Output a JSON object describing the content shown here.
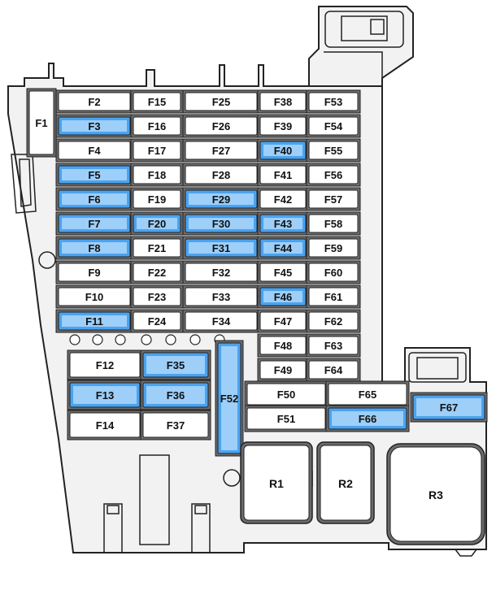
{
  "colors": {
    "highlight": "#4aa3f0",
    "highlight_light": "#d6ecff",
    "normal": "#ffffff",
    "frame": "#f2f2f2",
    "outline": "#222222",
    "cavity": "#6b6b6b"
  },
  "fuses": {
    "F1": {
      "label": "F1",
      "highlighted": false
    },
    "F2": {
      "label": "F2",
      "highlighted": false
    },
    "F3": {
      "label": "F3",
      "highlighted": true
    },
    "F4": {
      "label": "F4",
      "highlighted": false
    },
    "F5": {
      "label": "F5",
      "highlighted": true
    },
    "F6": {
      "label": "F6",
      "highlighted": true
    },
    "F7": {
      "label": "F7",
      "highlighted": true
    },
    "F8": {
      "label": "F8",
      "highlighted": true
    },
    "F9": {
      "label": "F9",
      "highlighted": false
    },
    "F10": {
      "label": "F10",
      "highlighted": false
    },
    "F11": {
      "label": "F11",
      "highlighted": true
    },
    "F12": {
      "label": "F12",
      "highlighted": false
    },
    "F13": {
      "label": "F13",
      "highlighted": true
    },
    "F14": {
      "label": "F14",
      "highlighted": false
    },
    "F15": {
      "label": "F15",
      "highlighted": false
    },
    "F16": {
      "label": "F16",
      "highlighted": false
    },
    "F17": {
      "label": "F17",
      "highlighted": false
    },
    "F18": {
      "label": "F18",
      "highlighted": false
    },
    "F19": {
      "label": "F19",
      "highlighted": false
    },
    "F20": {
      "label": "F20",
      "highlighted": true
    },
    "F21": {
      "label": "F21",
      "highlighted": false
    },
    "F22": {
      "label": "F22",
      "highlighted": false
    },
    "F23": {
      "label": "F23",
      "highlighted": false
    },
    "F24": {
      "label": "F24",
      "highlighted": false
    },
    "F25": {
      "label": "F25",
      "highlighted": false
    },
    "F26": {
      "label": "F26",
      "highlighted": false
    },
    "F27": {
      "label": "F27",
      "highlighted": false
    },
    "F28": {
      "label": "F28",
      "highlighted": false
    },
    "F29": {
      "label": "F29",
      "highlighted": true
    },
    "F30": {
      "label": "F30",
      "highlighted": true
    },
    "F31": {
      "label": "F31",
      "highlighted": true
    },
    "F32": {
      "label": "F32",
      "highlighted": false
    },
    "F33": {
      "label": "F33",
      "highlighted": false
    },
    "F34": {
      "label": "F34",
      "highlighted": false
    },
    "F35": {
      "label": "F35",
      "highlighted": true
    },
    "F36": {
      "label": "F36",
      "highlighted": true
    },
    "F37": {
      "label": "F37",
      "highlighted": false
    },
    "F38": {
      "label": "F38",
      "highlighted": false
    },
    "F39": {
      "label": "F39",
      "highlighted": false
    },
    "F40": {
      "label": "F40",
      "highlighted": true
    },
    "F41": {
      "label": "F41",
      "highlighted": false
    },
    "F42": {
      "label": "F42",
      "highlighted": false
    },
    "F43": {
      "label": "F43",
      "highlighted": true
    },
    "F44": {
      "label": "F44",
      "highlighted": true
    },
    "F45": {
      "label": "F45",
      "highlighted": false
    },
    "F46": {
      "label": "F46",
      "highlighted": true
    },
    "F47": {
      "label": "F47",
      "highlighted": false
    },
    "F48": {
      "label": "F48",
      "highlighted": false
    },
    "F49": {
      "label": "F49",
      "highlighted": false
    },
    "F50": {
      "label": "F50",
      "highlighted": false
    },
    "F51": {
      "label": "F51",
      "highlighted": false
    },
    "F52": {
      "label": "F52",
      "highlighted": true
    },
    "F53": {
      "label": "F53",
      "highlighted": false
    },
    "F54": {
      "label": "F54",
      "highlighted": false
    },
    "F55": {
      "label": "F55",
      "highlighted": false
    },
    "F56": {
      "label": "F56",
      "highlighted": false
    },
    "F57": {
      "label": "F57",
      "highlighted": false
    },
    "F58": {
      "label": "F58",
      "highlighted": false
    },
    "F59": {
      "label": "F59",
      "highlighted": false
    },
    "F60": {
      "label": "F60",
      "highlighted": false
    },
    "F61": {
      "label": "F61",
      "highlighted": false
    },
    "F62": {
      "label": "F62",
      "highlighted": false
    },
    "F63": {
      "label": "F63",
      "highlighted": false
    },
    "F64": {
      "label": "F64",
      "highlighted": false
    },
    "F65": {
      "label": "F65",
      "highlighted": false
    },
    "F66": {
      "label": "F66",
      "highlighted": true
    },
    "F67": {
      "label": "F67",
      "highlighted": true
    }
  },
  "relays": {
    "R1": {
      "label": "R1"
    },
    "R2": {
      "label": "R2"
    },
    "R3": {
      "label": "R3"
    }
  }
}
